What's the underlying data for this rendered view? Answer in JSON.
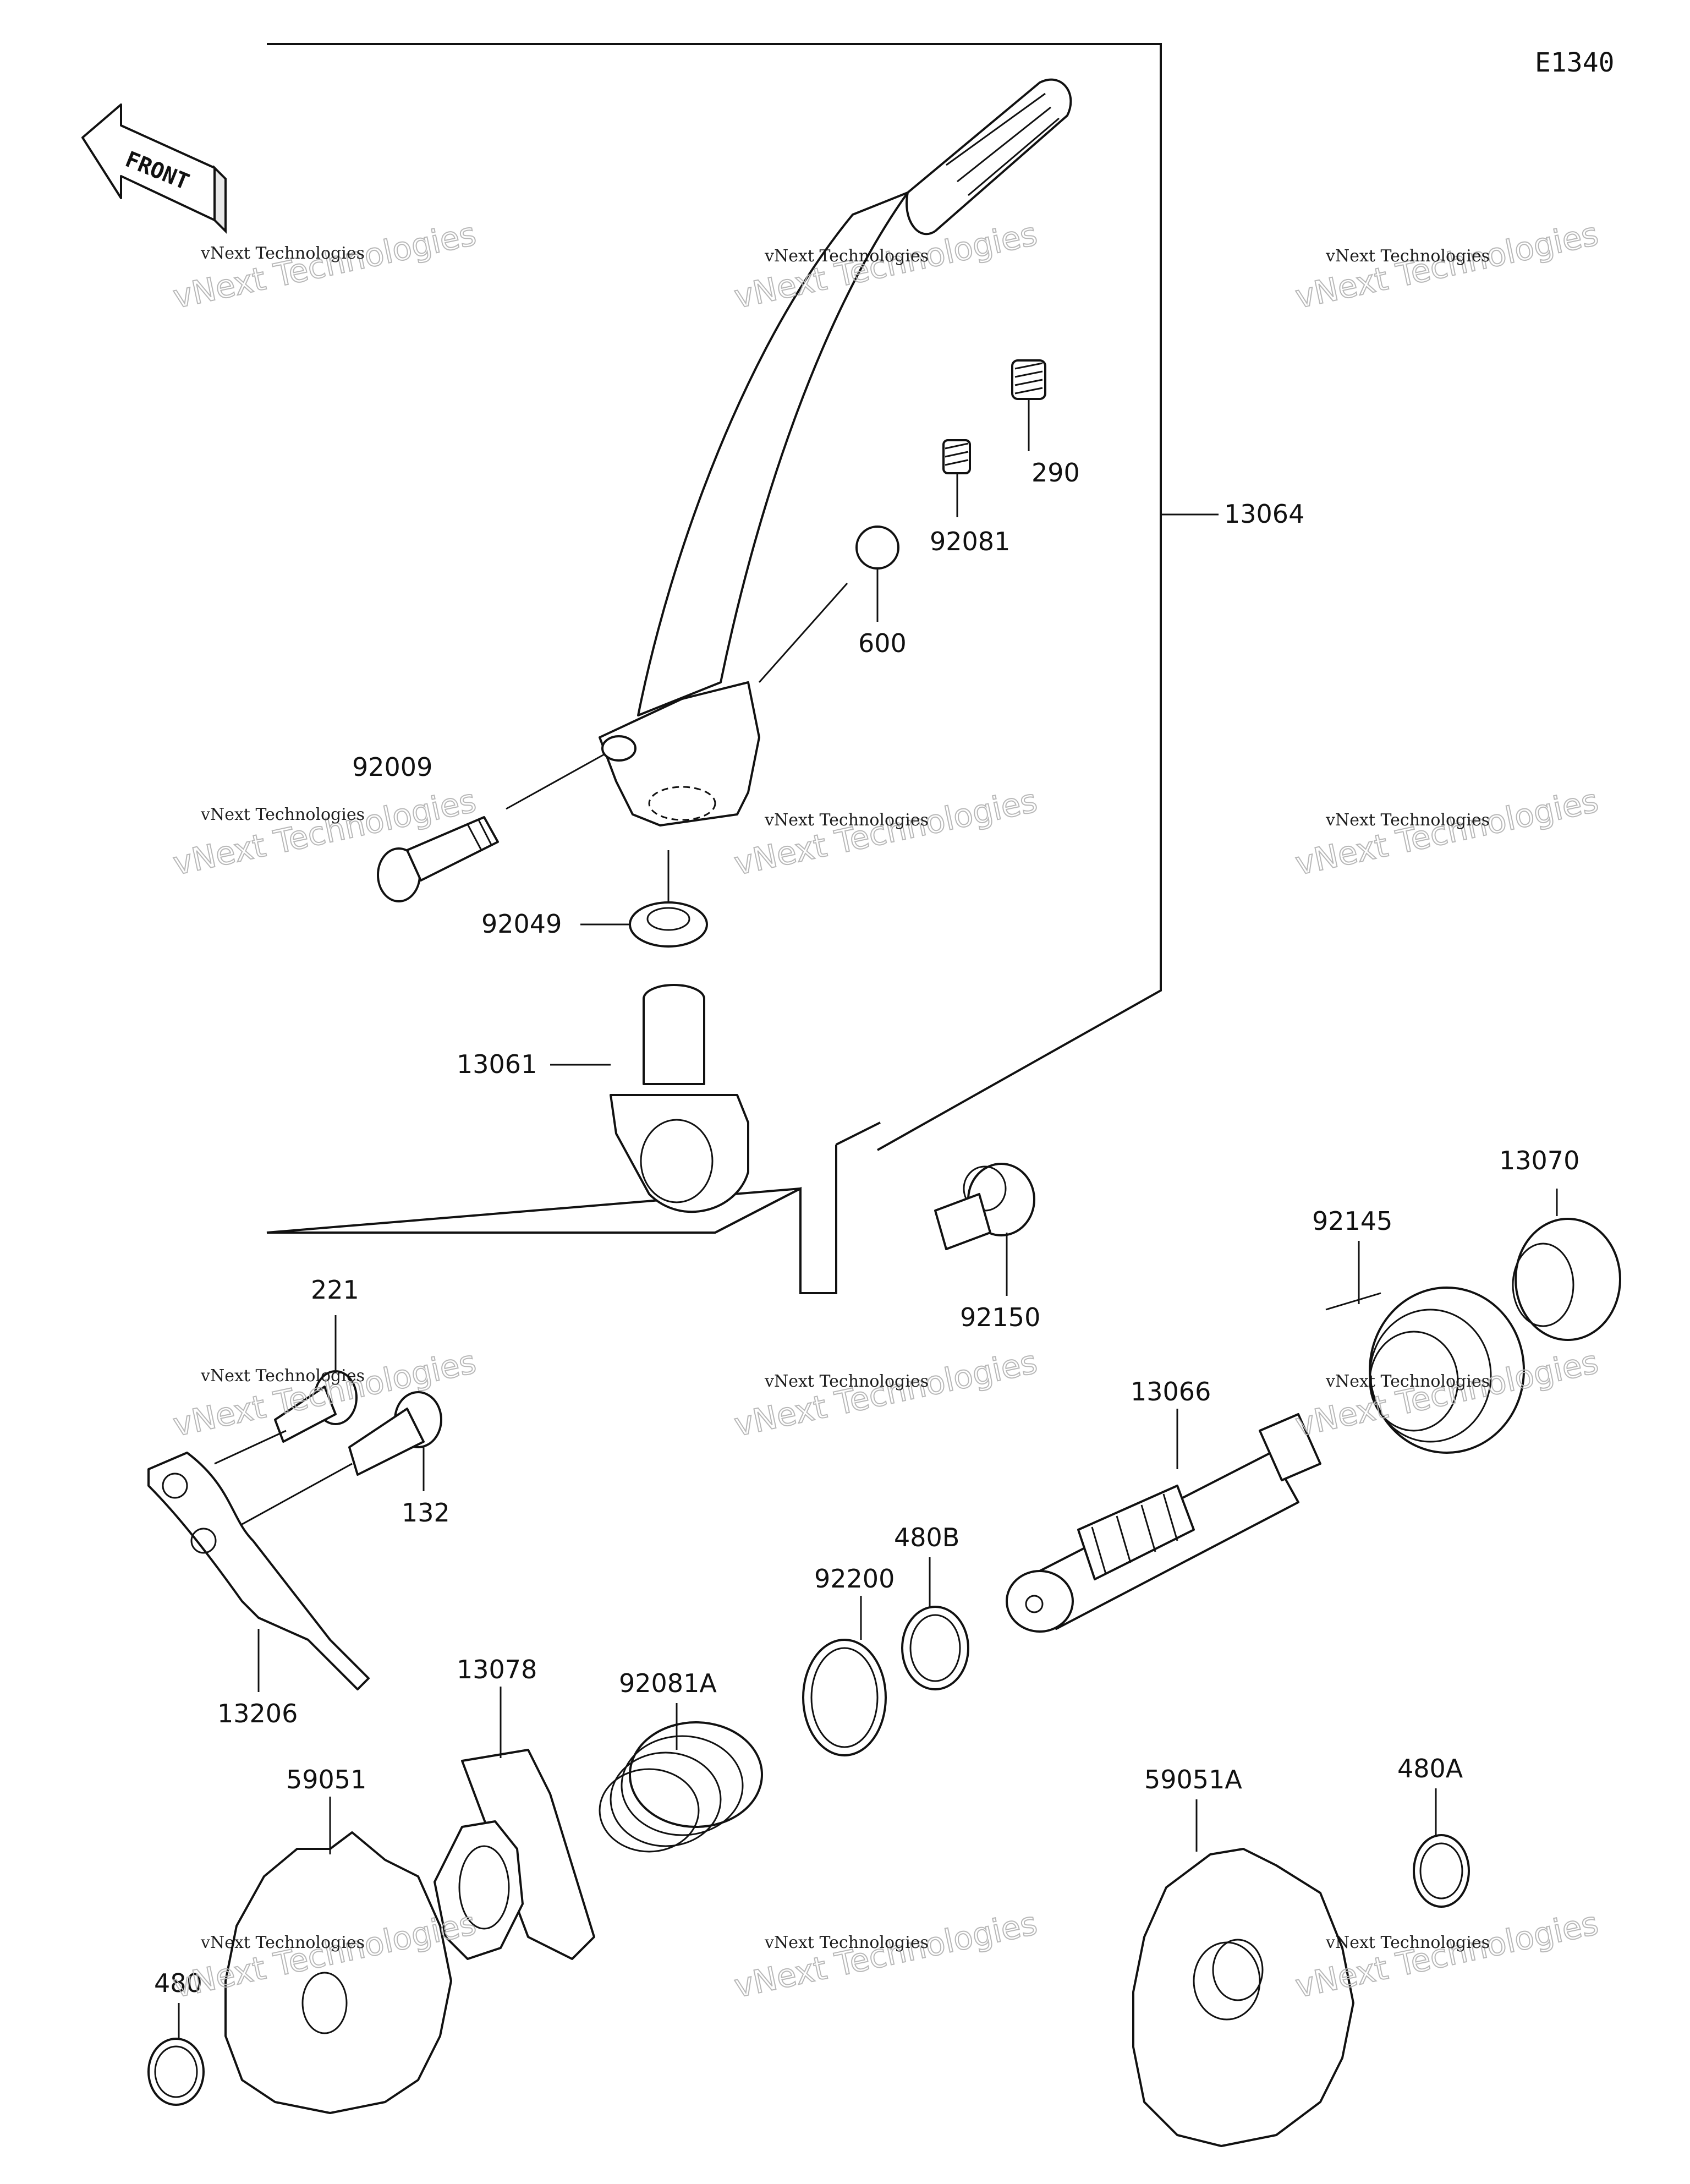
{
  "diagram_code": "E1340",
  "front_label": "FRONT",
  "watermark": {
    "line1": "vNext Technologies",
    "line2": "vNext Technologies"
  },
  "parts": [
    {
      "id": "13064",
      "label": "13064"
    },
    {
      "id": "290",
      "label": "290"
    },
    {
      "id": "92081",
      "label": "92081"
    },
    {
      "id": "600",
      "label": "600"
    },
    {
      "id": "92009",
      "label": "92009"
    },
    {
      "id": "92049",
      "label": "92049"
    },
    {
      "id": "13061",
      "label": "13061"
    },
    {
      "id": "92150",
      "label": "92150"
    },
    {
      "id": "13070",
      "label": "13070"
    },
    {
      "id": "92145",
      "label": "92145"
    },
    {
      "id": "221",
      "label": "221"
    },
    {
      "id": "132",
      "label": "132"
    },
    {
      "id": "13066",
      "label": "13066"
    },
    {
      "id": "480B",
      "label": "480B"
    },
    {
      "id": "92200",
      "label": "92200"
    },
    {
      "id": "13206",
      "label": "13206"
    },
    {
      "id": "13078",
      "label": "13078"
    },
    {
      "id": "92081A",
      "label": "92081A"
    },
    {
      "id": "59051",
      "label": "59051"
    },
    {
      "id": "480",
      "label": "480"
    },
    {
      "id": "59051A",
      "label": "59051A"
    },
    {
      "id": "480A",
      "label": "480A"
    }
  ]
}
